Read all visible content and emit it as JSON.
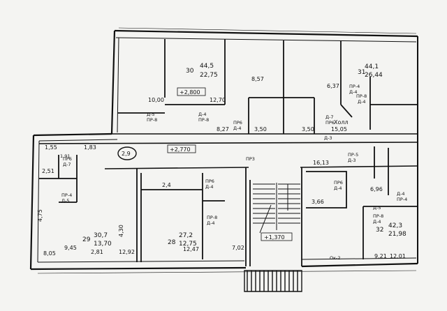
{
  "palette": {
    "paper": "#f4f4f2",
    "ink": "#111111",
    "wall_fill": "#3a3a3a"
  },
  "rooms": {
    "r30_no": "30",
    "r30_area": "44,5",
    "r30_sub": "22,75",
    "r29_no": "29",
    "r29_area": "30,7",
    "r29_sub": "13,70",
    "r28_no": "28",
    "r28_area": "27,2",
    "r28_sub": "12,75",
    "r31_no": "31",
    "r31_area": "44,1",
    "r31_sub": "26,44",
    "r32_no": "32",
    "r32_area": "42,3",
    "r32_sub": "21,98"
  },
  "areas": {
    "a1000": "10,00",
    "a1270": "12,70",
    "a857": "8,57",
    "a827": "8,27",
    "a350a": "3,50",
    "a350b": "3,50",
    "a1505": "15,05",
    "a637": "6,37",
    "a1613": "16,13",
    "a366": "3,66",
    "a696": "6,96",
    "a921": "9,21",
    "a1201": "12,01",
    "a702": "7,02",
    "a1247": "12,47",
    "a1292": "12,92",
    "a945": "9,45",
    "a805": "8,05",
    "a251": "2,51",
    "a155": "1,55",
    "a183": "1,83",
    "a191": "1,91",
    "a24": "2,4",
    "a281": "2,81",
    "a475": "4,75",
    "a430": "4,30"
  },
  "levels": {
    "l1": "+2,800",
    "l2": "+2,770",
    "l3": "+1,370"
  },
  "marker": "2,9",
  "doors": {
    "d5pr8": "Д-5",
    "pr8a": "ПР-8",
    "d4a": "Д-4",
    "pr8b": "ПР-8",
    "pr6a": "ПР6",
    "d4b": "Д-4",
    "d7": "Д-7",
    "pr6b": "ПР6",
    "pr8c": "ПР-8",
    "d4c": "Д-4",
    "pr4a": "ПР-4",
    "d4d": "Д-4",
    "d3a": "Д-3",
    "pr5": "ПР-5",
    "d3b": "Д-3",
    "pr3": "ПР3",
    "prb": "ПР6",
    "d7b": "Д-7",
    "pr4b": "ПР-4",
    "d5": "Д-5",
    "pr6c": "ПР6",
    "d4e": "Д-4",
    "pr8d": "ПР-8",
    "d4f": "Д-4",
    "pr6d": "ПР6",
    "d4g": "Д-4",
    "d4h": "Д-4",
    "pr4c": "ПР-4",
    "d5b": "Д-5",
    "pr8e": "ПР-8",
    "d4i": "Д-4"
  },
  "texts": {
    "holl": "Холл",
    "oks": "Ок-2"
  }
}
